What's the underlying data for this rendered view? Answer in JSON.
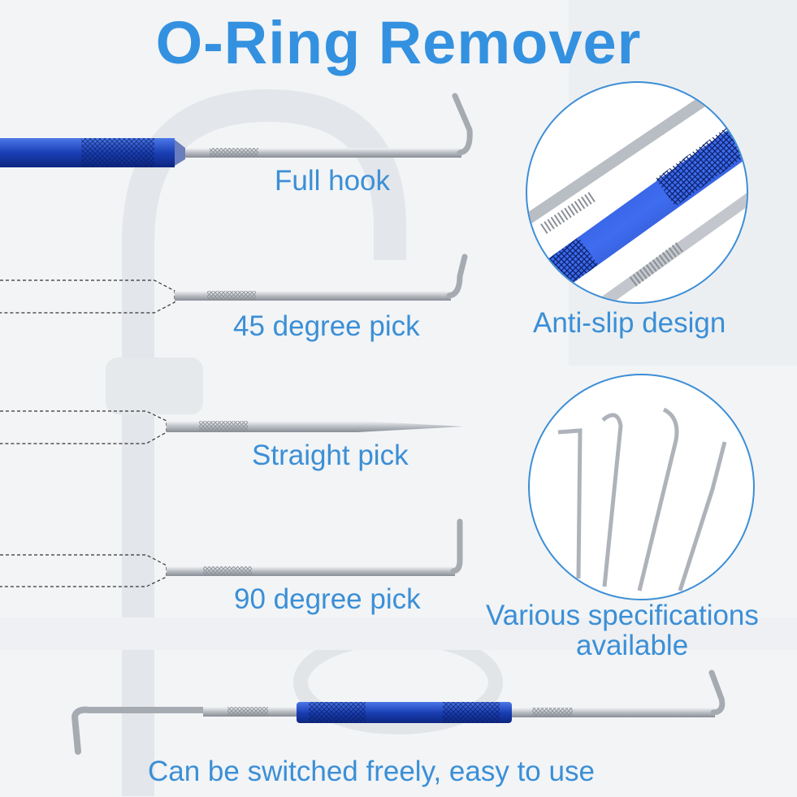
{
  "title": "O-Ring Remover",
  "tools": [
    {
      "label": "Full hook"
    },
    {
      "label": "45 degree pick"
    },
    {
      "label": "Straight pick"
    },
    {
      "label": "90 degree pick"
    }
  ],
  "features": [
    {
      "label": "Anti-slip design"
    },
    {
      "label_line1": "Various specifications",
      "label_line2": "available"
    }
  ],
  "caption": "Can be switched freely, easy to use",
  "colors": {
    "accent": "#3391e0",
    "handle": "#1a3fb5",
    "steel": "#c8ccd2"
  }
}
